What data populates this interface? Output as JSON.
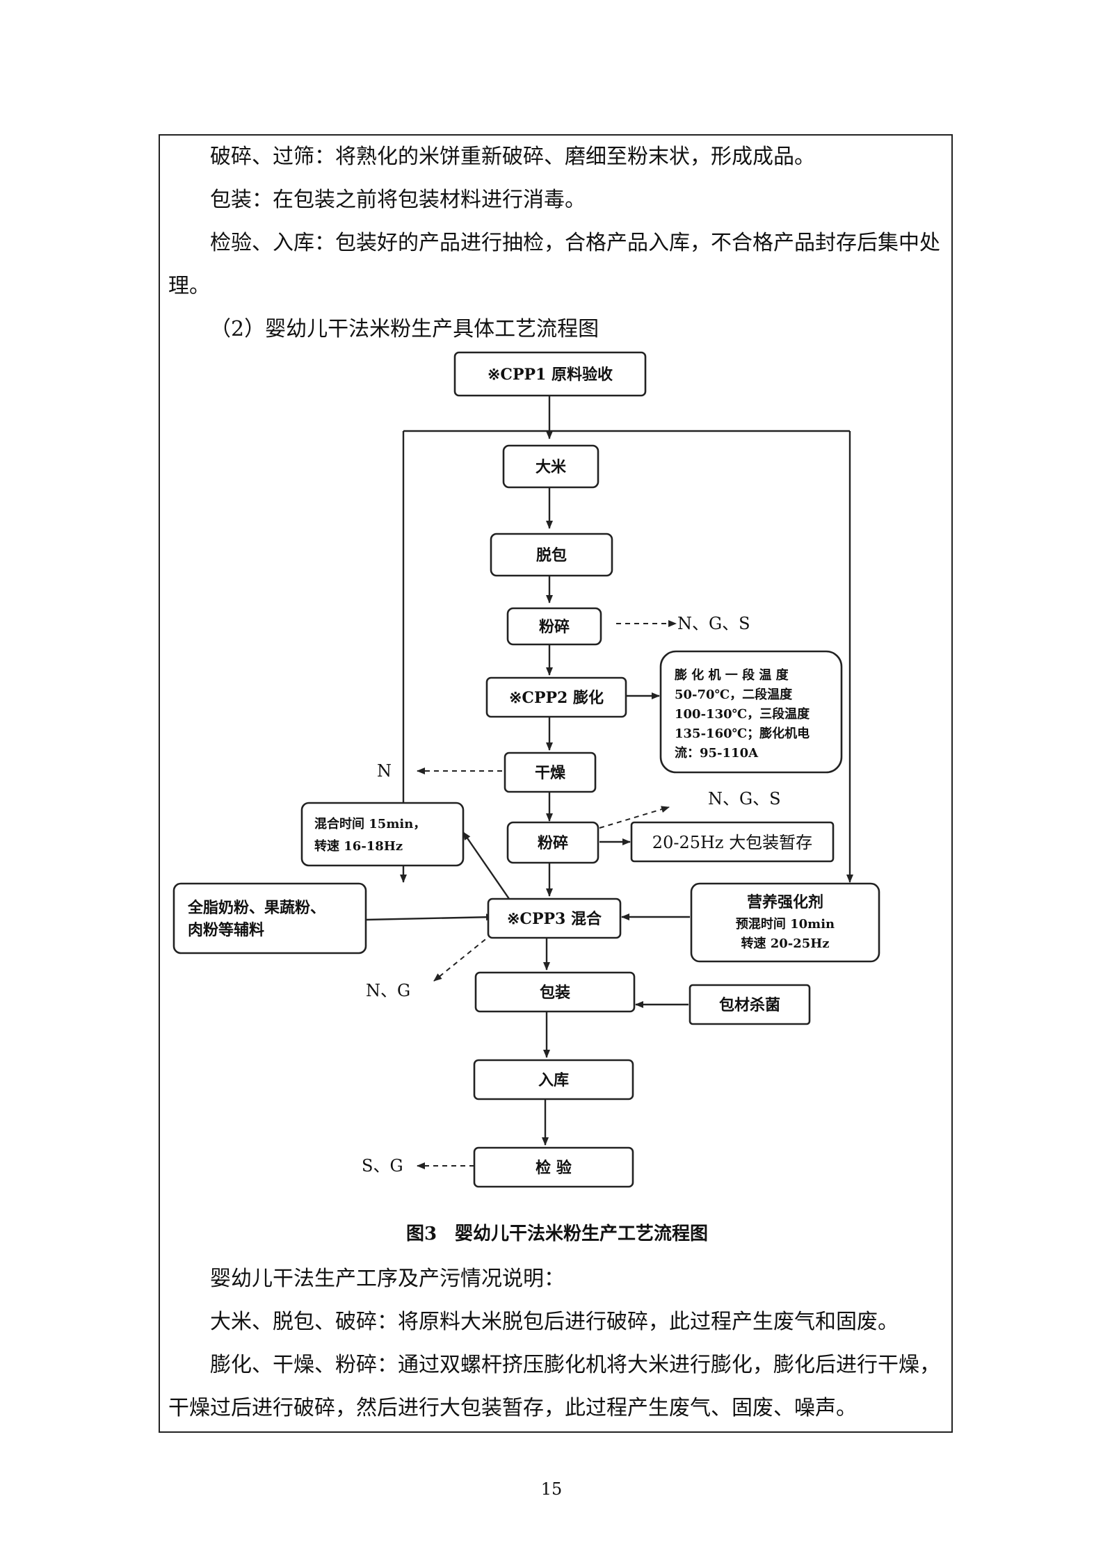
{
  "paragraphs_top": [
    "破碎、过筛：将熟化的米饼重新破碎、磨细至粉末状，形成成品。",
    "包装：在包装之前将包装材料进行消毒。",
    "检验、入库：包装好的产品进行抽检，合格产品入库，不合格产品封存后集中处理。",
    "（2）婴幼儿干法米粉生产具体工艺流程图"
  ],
  "flowchart": {
    "nodes": {
      "raw": "※CPP1 原料验收",
      "rice": "大米",
      "dehusk": "脱包",
      "crush1": "粉碎",
      "puff": "※CPP2 膨化",
      "dry": "干燥",
      "crush2": "粉碎",
      "mix": "※CPP3 混合",
      "pack": "包装",
      "store": "入库",
      "inspect": "检 验"
    },
    "side_boxes": {
      "puff_params": [
        "膨 化 机 一 段 温 度",
        "50-70℃，二段温度",
        "100-130℃，三段温度",
        "135-160℃；膨化机电",
        "流：95-110A"
      ],
      "mix_params": [
        "混合时间 15min，",
        "转速 16-18Hz"
      ],
      "bulk_storage": "20-25Hz 大包装暂存",
      "auxiliary": [
        "全脂奶粉、果蔬粉、",
        "肉粉等辅料"
      ],
      "fortifier": [
        "营养强化剂",
        "预混时间 10min",
        "转速 20-25Hz"
      ],
      "pack_sterilize": "包材杀菌"
    },
    "outputs": {
      "crush1": "N、G、S",
      "dry": "N",
      "crush2": "N、G、S",
      "mix": "N、G",
      "inspect": "S、G"
    }
  },
  "caption": "图3　婴幼儿干法米粉生产工艺流程图",
  "paragraphs_bottom": [
    "婴幼儿干法生产工序及产污情况说明：",
    "大米、脱包、破碎：将原料大米脱包后进行破碎，此过程产生废气和固废。",
    "膨化、干燥、粉碎：通过双螺杆挤压膨化机将大米进行膨化，膨化后进行干燥，干燥过后进行破碎，然后进行大包装暂存，此过程产生废气、固废、噪声。"
  ],
  "page_number": "15"
}
